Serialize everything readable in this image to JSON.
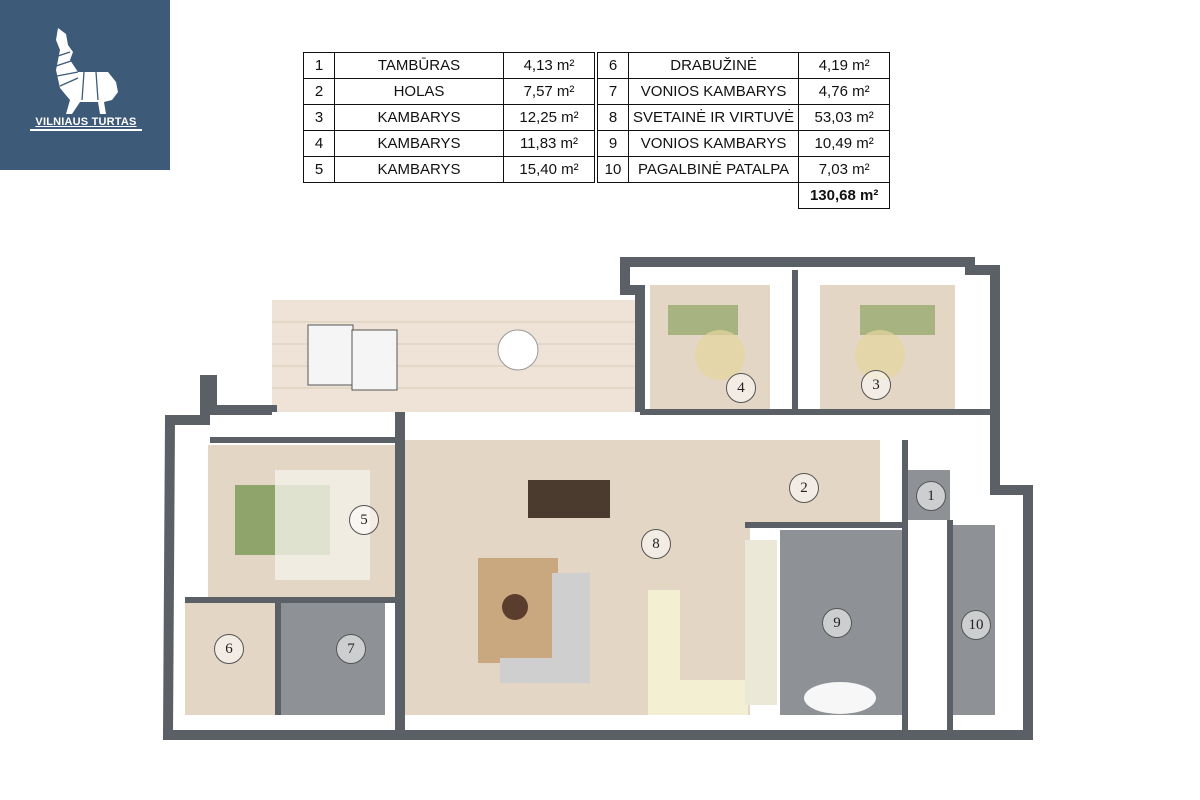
{
  "logo": {
    "text": "VILNIAUS TURTAS",
    "color": "#3d5a78"
  },
  "rooms": [
    {
      "num": "1",
      "name": "TAMBŪRAS",
      "area": "4,13 m²"
    },
    {
      "num": "2",
      "name": "HOLAS",
      "area": "7,57 m²"
    },
    {
      "num": "3",
      "name": "KAMBARYS",
      "area": "12,25 m²"
    },
    {
      "num": "4",
      "name": "KAMBARYS",
      "area": "11,83 m²"
    },
    {
      "num": "5",
      "name": "KAMBARYS",
      "area": "15,40 m²"
    },
    {
      "num": "6",
      "name": "DRABUŽINĖ",
      "area": "4,19 m²"
    },
    {
      "num": "7",
      "name": "VONIOS KAMBARYS",
      "area": "4,76 m²"
    },
    {
      "num": "8",
      "name": "SVETAINĖ IR VIRTUVĖ",
      "area": "53,03 m²"
    },
    {
      "num": "9",
      "name": "VONIOS KAMBARYS",
      "area": "10,49 m²"
    },
    {
      "num": "10",
      "name": "PAGALBINĖ PATALPA",
      "area": "7,03 m²"
    }
  ],
  "total": "130,68 m²",
  "colors": {
    "wall": "#5b6066",
    "wood": "#e3d6c4",
    "tile": "#8e9296",
    "terrace": "#eee3d6",
    "bed_green": "#8ea46a"
  }
}
